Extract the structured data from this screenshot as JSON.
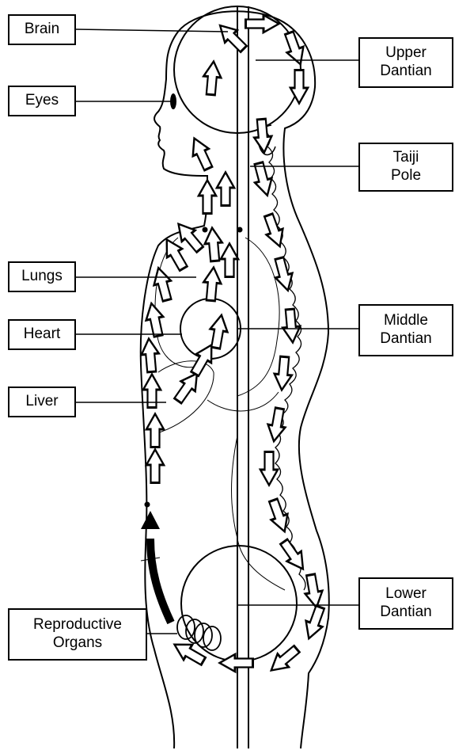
{
  "labels": {
    "brain": "Brain",
    "eyes": "Eyes",
    "lungs": "Lungs",
    "heart": "Heart",
    "liver": "Liver",
    "reproductive_organs": "Reproductive\nOrgans",
    "upper_dantian": "Upper\nDantian",
    "taiji_pole": "Taiji\nPole",
    "middle_dantian": "Middle\nDantian",
    "lower_dantian": "Lower\nDantian"
  },
  "colors": {
    "stroke": "#000000",
    "fill": "#ffffff"
  }
}
